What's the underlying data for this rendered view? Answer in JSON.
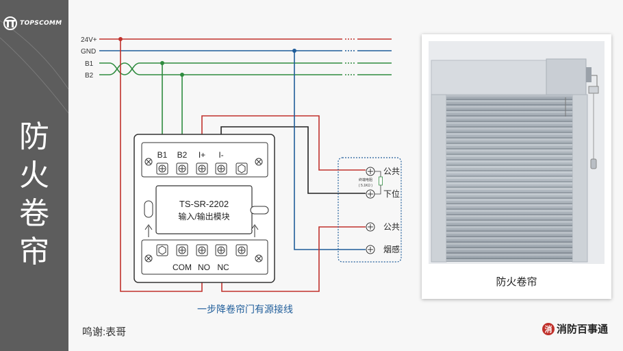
{
  "logo": {
    "text": "TOPSCOMM"
  },
  "title_chars": [
    "防",
    "火",
    "卷",
    "帘"
  ],
  "bus_labels": {
    "v24": "24V+",
    "gnd": "GND",
    "b1": "B1",
    "b2": "B2"
  },
  "module": {
    "top_terminals": [
      "B1",
      "B2",
      "I+",
      "I-"
    ],
    "model": "TS-SR-2202",
    "name": "输入/输出模块",
    "bottom_terminals": [
      "COM",
      "NO",
      "NC"
    ]
  },
  "field": {
    "common1": "公共",
    "down": "下位",
    "resistor_label": "终端电阻",
    "resistor_value": "( 5.1KΩ )",
    "common2": "公共",
    "smoke": "烟感"
  },
  "caption": "一步降卷帘门有源接线",
  "photo_caption": "防火卷帘",
  "credit": "鸣谢:表哥",
  "brand": {
    "text": "消防百事通",
    "icon": "消"
  },
  "colors": {
    "red": "#c0312b",
    "blue": "#1f5d9a",
    "green": "#2e8b3e",
    "black": "#222222"
  }
}
